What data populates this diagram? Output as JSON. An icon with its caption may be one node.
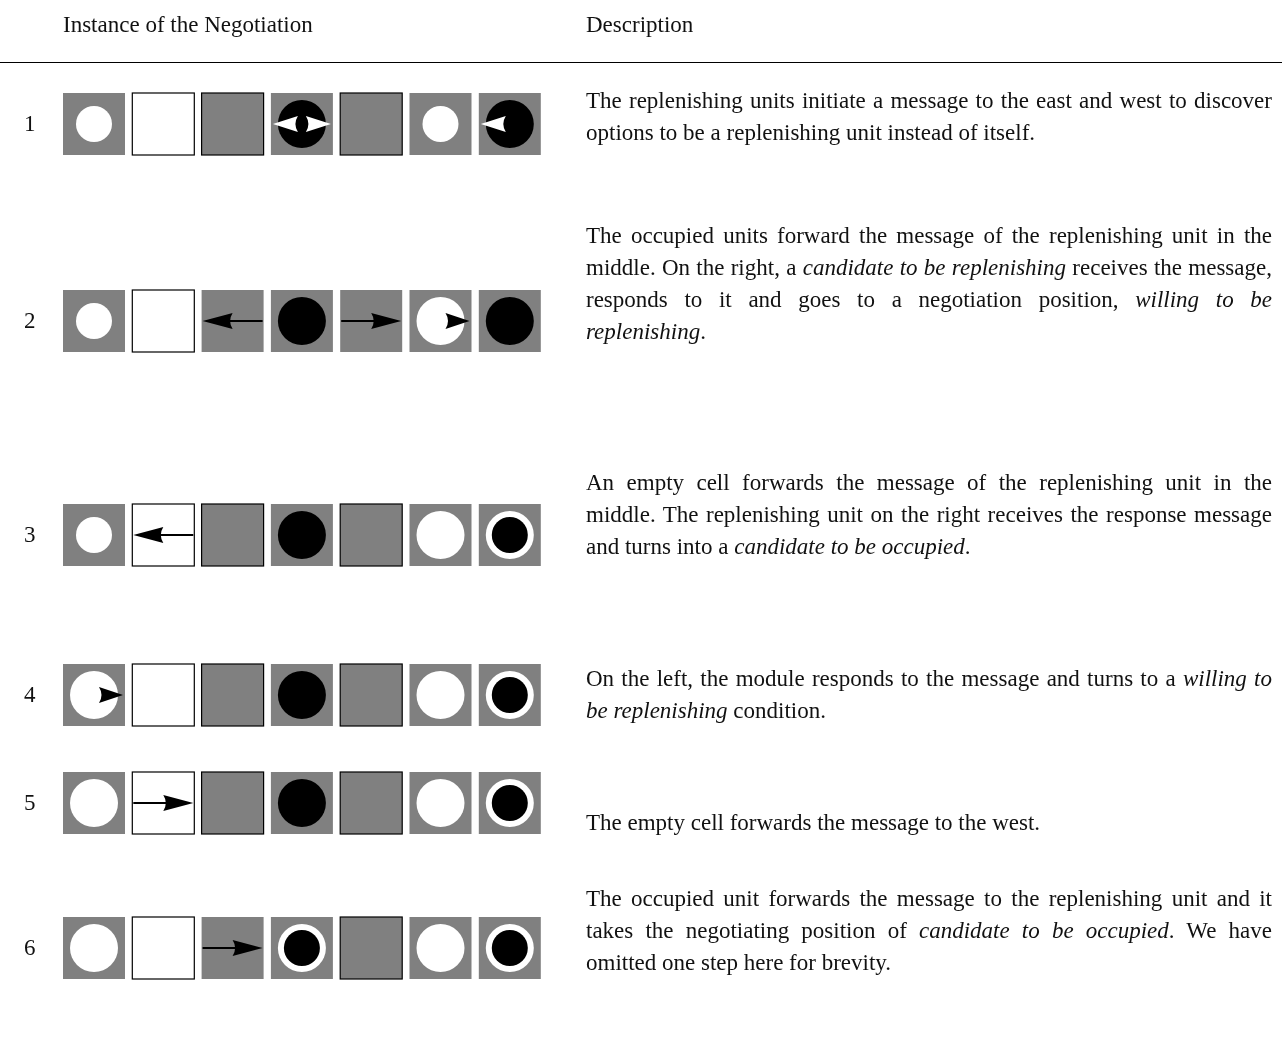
{
  "diagram": {
    "labels": [
      "Instance of the Negotiation",
      "Description",
      "1",
      "The replenishing units initiate a message to the east and west to discover options to be a replenishing unit instead of itself.",
      "2",
      "The occupied units forward the message of the replenishing unit in the middle. On the right, a *candidate to be replenishing* receives the message, responds to it and goes to a negotiation position, *willing to be replenishing*.",
      "3",
      "An empty cell forwards the message of the replenishing unit in the middle. The replenishing unit on the right receives the response message and turns into a *candidate to be occupied*.",
      "4",
      "On the left, the module responds to the message and turns to a *willing to be replenishing* condition.",
      "5",
      "The empty cell forwards the message to the west.",
      "6",
      "The occupied unit forwards the message to the replenishing unit and it takes the negotiating position of *candidate to be occupied*. We have omitted one step here for brevity."
    ]
  }
}
